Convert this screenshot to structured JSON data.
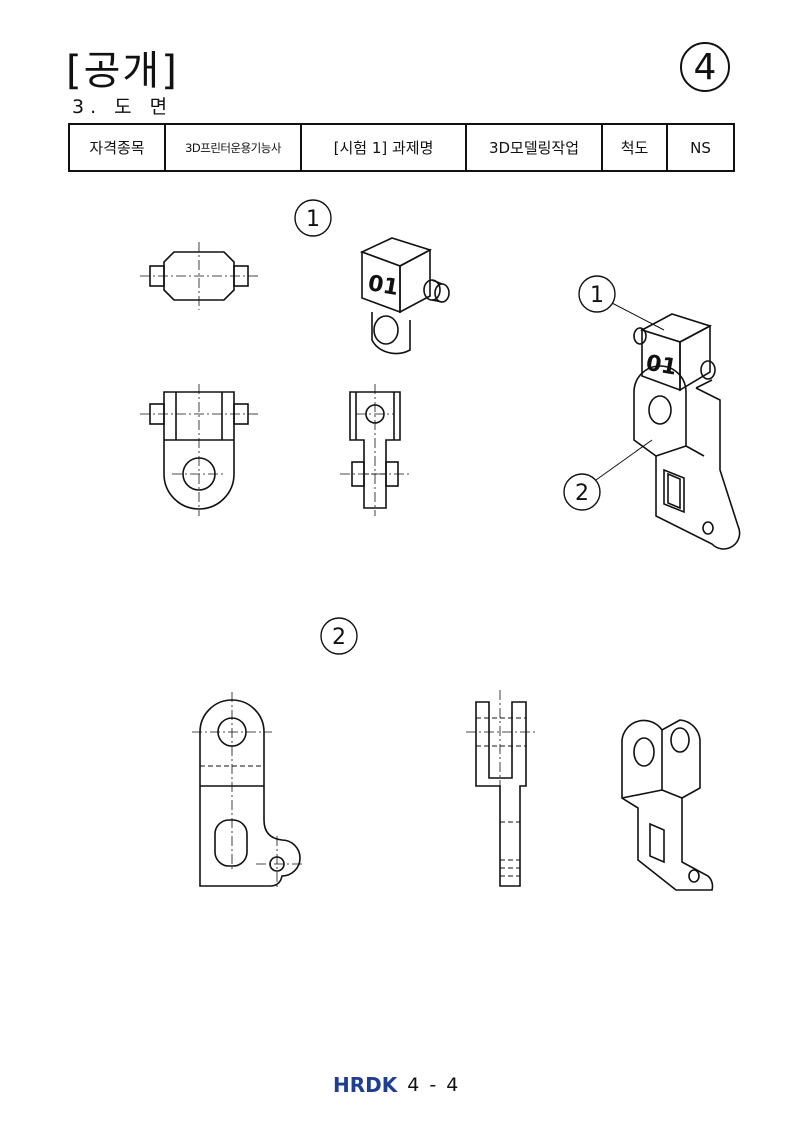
{
  "header": {
    "title": "[공개]",
    "subtitle": "3. 도 면",
    "sheet_number": "4"
  },
  "info_table": {
    "cells": [
      "자격종목",
      "3D프린터운용기능사",
      "[시험 1] 과제명",
      "3D모델링작업",
      "척도",
      "NS"
    ]
  },
  "drawing": {
    "section_1_label": "1",
    "section_2_label": "2",
    "callout_1": "1",
    "callout_2": "2",
    "part_engraving": "01"
  },
  "footer": {
    "logo": "HRDK",
    "page": "4 - 4"
  }
}
